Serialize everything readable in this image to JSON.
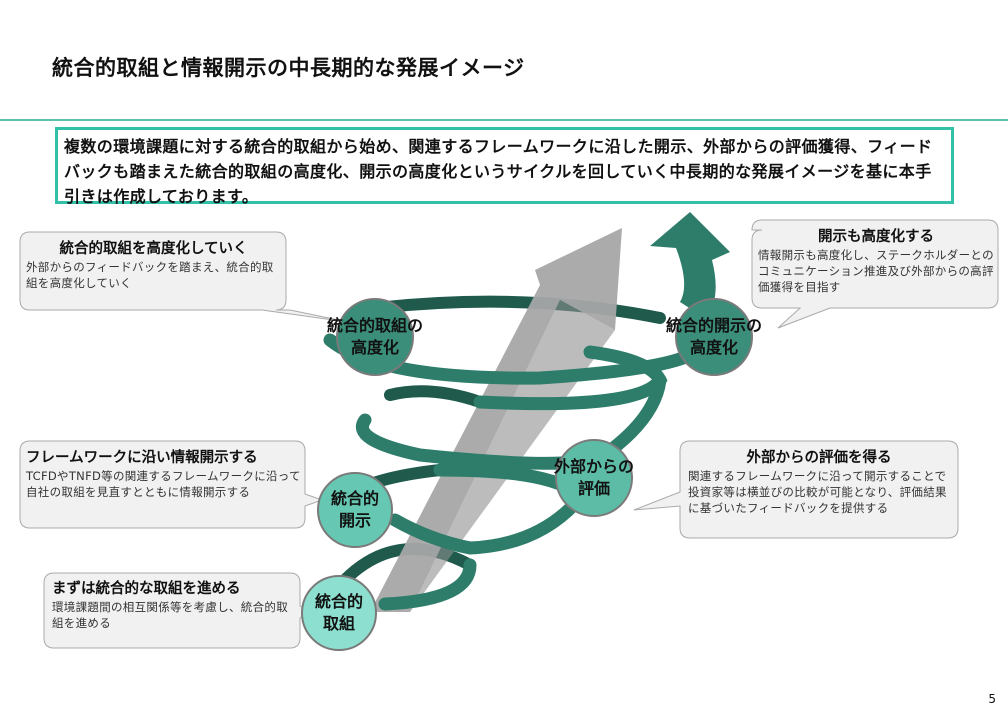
{
  "title": "統合的取組と情報開示の中長期的な発展イメージ",
  "intro": "複数の環境課題に対する統合的取組から始め、関連するフレームワークに沿した開示、外部からの評価獲得、フィードバックも踏まえた統合的取組の高度化、開示の高度化というサイクルを回していく中長期的な発展イメージを基に本手引きは作成しております。",
  "colors": {
    "accent": "#33c0a8",
    "ribbon": "#2e7d6a",
    "arrow": "#a9a9a9"
  },
  "nodes": {
    "integrated": "統合的\n取組",
    "disclosure": "統合的\n開示",
    "evaluation": "外部からの\n評価",
    "advanced_integrated": "統合的取組の\n高度化",
    "advanced_disclosure": "統合的開示の\n高度化"
  },
  "callouts": {
    "start": {
      "head": "まずは統合的な取組を進める",
      "body": "環境課題間の相互関係等を考慮し、統合的取組を進める"
    },
    "framework": {
      "head": "フレームワークに沿い情報開示する",
      "body": "TCFDやTNFD等の関連するフレームワークに沿って自社の取組を見直すとともに情報開示する"
    },
    "advance": {
      "head": "統合的取組を高度化していく",
      "body": "外部からのフィードバックを踏まえ、統合的取組を高度化していく"
    },
    "evaluate": {
      "head": "外部からの評価を得る",
      "body": "関連するフレームワークに沿って開示することで投資家等は横並びの比較が可能となり、評価結果に基づいたフィードバックを提供する"
    },
    "disclose": {
      "head": "開示も高度化する",
      "body": "情報開示も高度化し、ステークホルダーとのコミュニケーション推進及び外部からの高評価獲得を目指す"
    }
  },
  "page_number": "5"
}
